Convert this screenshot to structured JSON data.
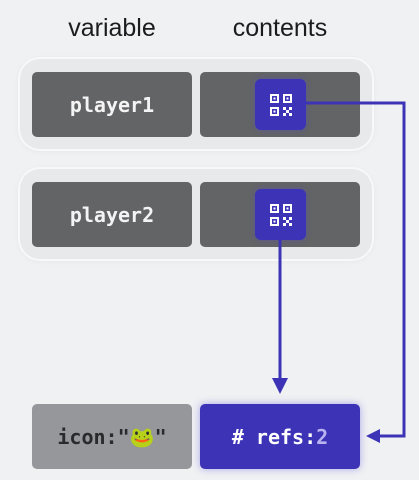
{
  "headers": {
    "variable": "variable",
    "contents": "contents"
  },
  "rows": [
    {
      "variable": "player1",
      "contents_icon": "qr-code-icon"
    },
    {
      "variable": "player2",
      "contents_icon": "qr-code-icon"
    }
  ],
  "heap": {
    "icon_label": "icon:",
    "icon_quote_open": "\"",
    "icon_emoji": "🐸",
    "icon_quote_close": "\"",
    "refs_label": "# refs:",
    "refs_count": "2"
  },
  "colors": {
    "reference": "#3c33b6",
    "variable_cell": "#636465",
    "value_cell": "#95979a",
    "background": "#f0f1f3"
  }
}
